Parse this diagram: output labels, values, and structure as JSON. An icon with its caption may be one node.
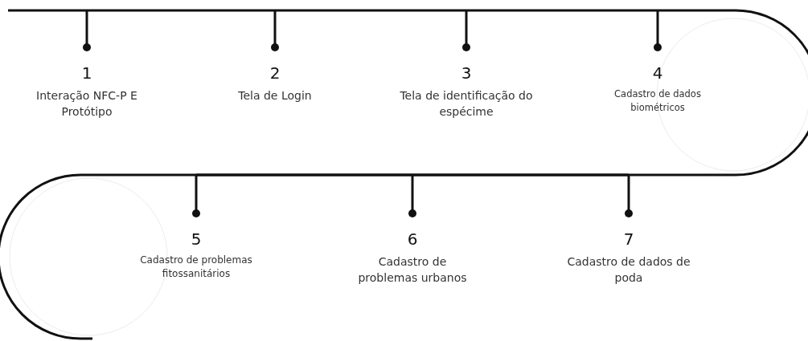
{
  "diagram": {
    "nodes": [
      {
        "text": [
          "1",
          "Interação NFC-P E Protótipo"
        ]
      },
      {
        "text": [
          "2",
          "Tela de Login"
        ]
      },
      {
        "text": [
          "3",
          "Tela de identificação do espécime"
        ]
      },
      {
        "text": [
          "4",
          "Cadastro de dados biométricos"
        ]
      },
      {
        "text": [
          "5",
          "Cadastro de problemas fitossanitários"
        ]
      },
      {
        "text": [
          "6",
          "Cadastro de problemas urbanos"
        ]
      },
      {
        "text": [
          "7",
          "Cadastro de dados de poda"
        ]
      }
    ],
    "edges": [
      {
        "from": null,
        "to": 0,
        "arrow": "none"
      },
      {
        "from": 0,
        "to": 1,
        "arrow": "none"
      },
      {
        "from": 1,
        "to": 2,
        "arrow": "none"
      },
      {
        "from": 2,
        "to": 3,
        "arrow": "none"
      },
      {
        "from": 3,
        "to": 4,
        "arrow": "none"
      },
      {
        "from": 4,
        "to": 5,
        "arrow": "none"
      },
      {
        "from": 5,
        "to": 6,
        "arrow": "none"
      }
    ]
  }
}
